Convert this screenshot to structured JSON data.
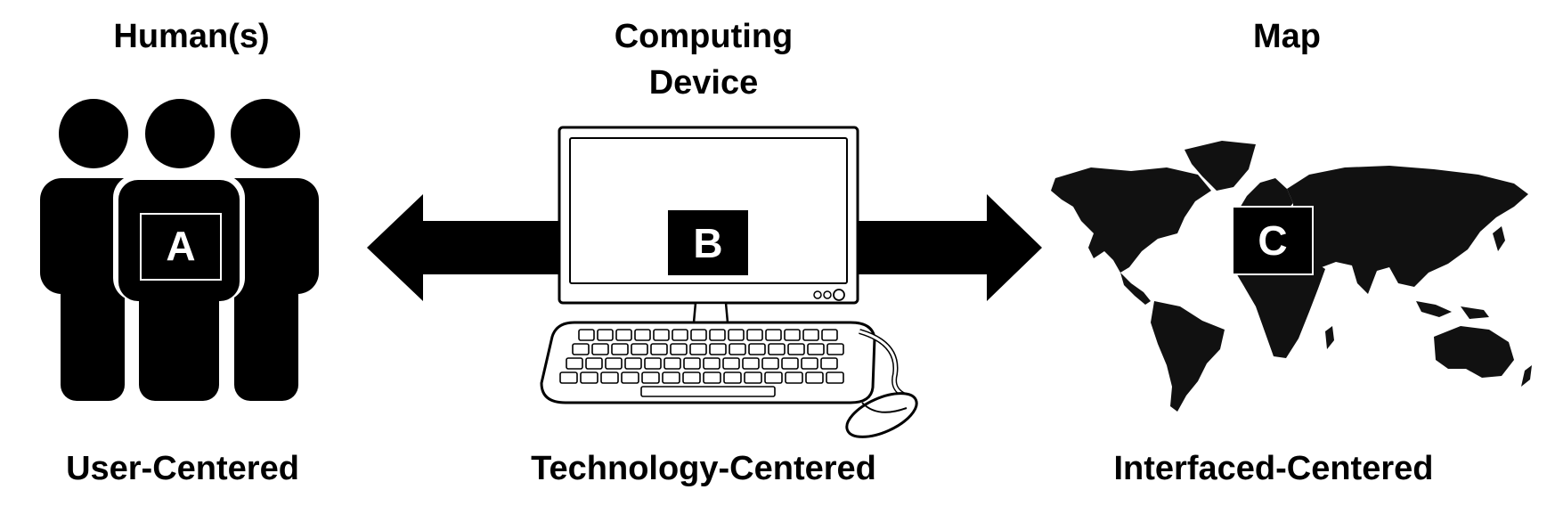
{
  "columns": [
    {
      "title": "Human(s)",
      "box_label": "A",
      "caption": "User-Centered",
      "icon": "people-icon"
    },
    {
      "title_lines": [
        "Computing",
        "Device"
      ],
      "box_label": "B",
      "caption": "Technology-Centered",
      "icon": "desktop-computer-icon"
    },
    {
      "title": "Map",
      "box_label": "C",
      "caption": "Interfaced-Centered",
      "icon": "world-map-icon"
    }
  ]
}
